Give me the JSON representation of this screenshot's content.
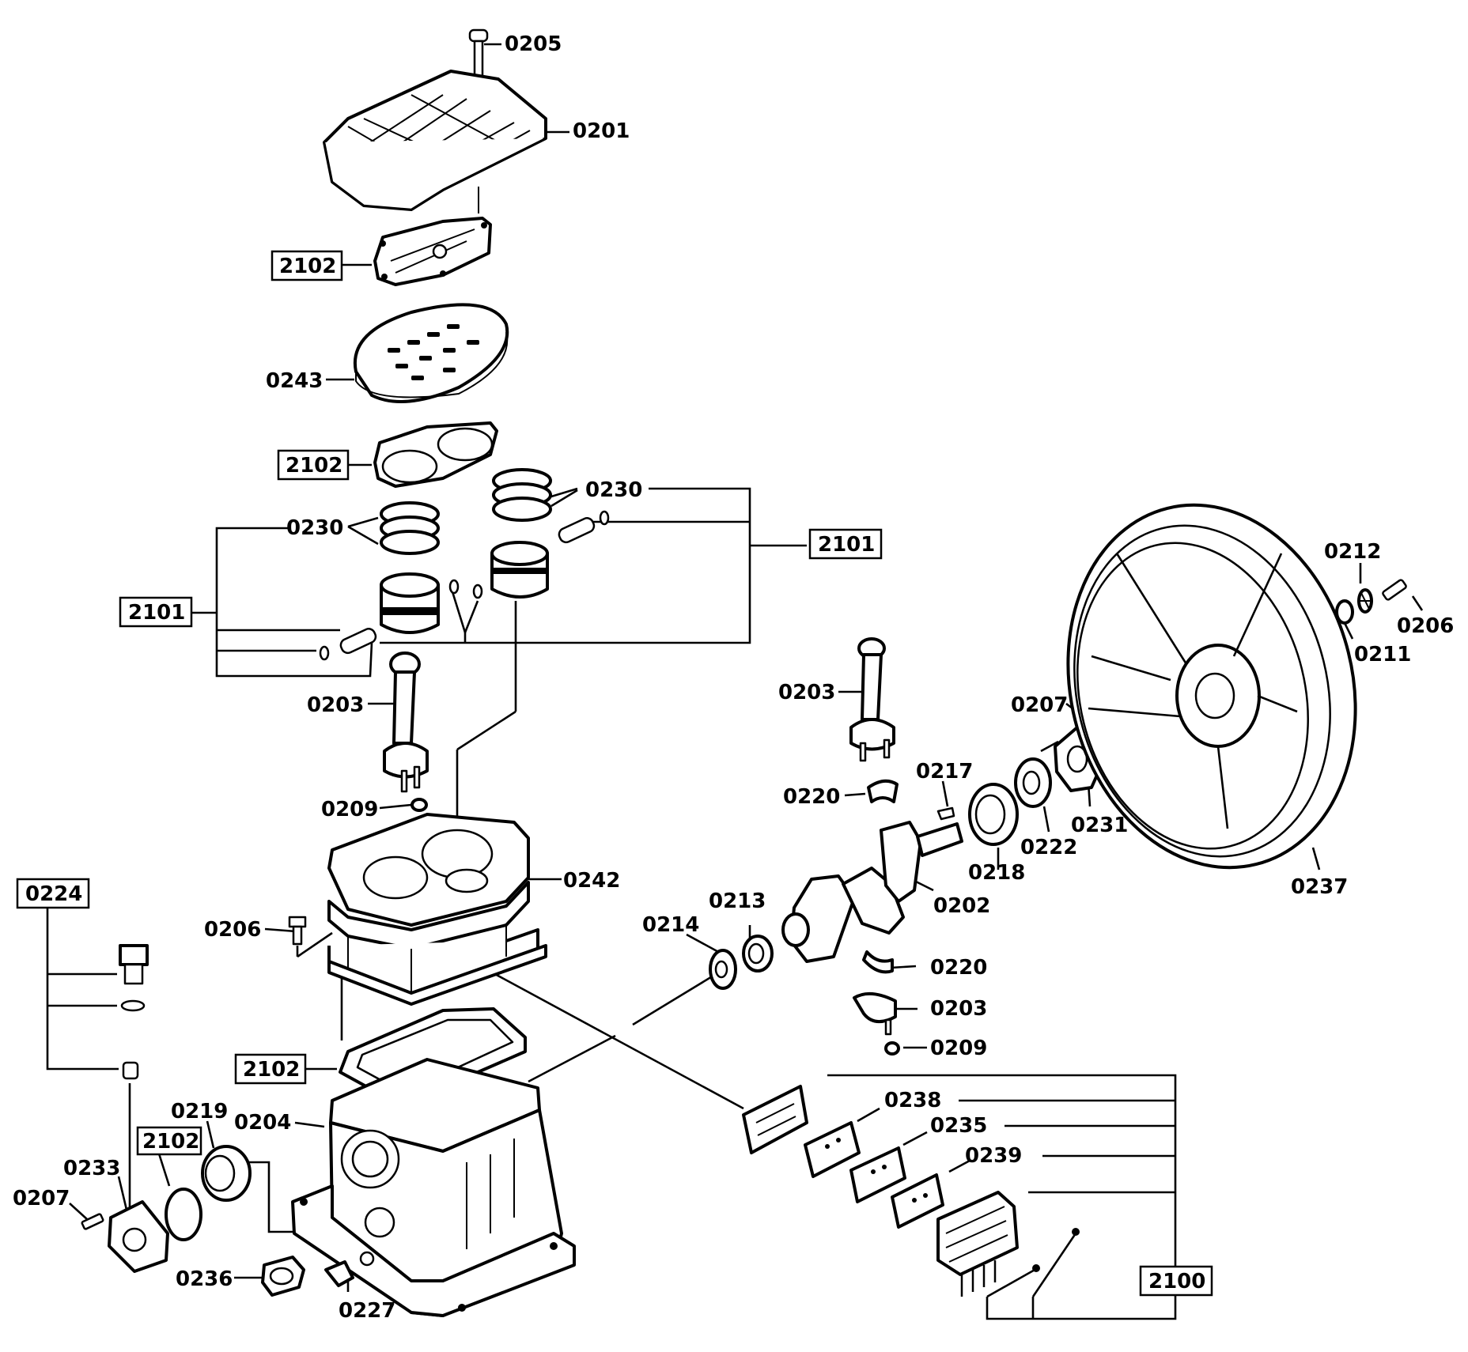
{
  "labels": {
    "l0205": "0205",
    "l0201": "0201",
    "l2102a": "2102",
    "l0243": "0243",
    "l2102b": "2102",
    "l0230a": "0230",
    "l0230b": "0230",
    "l2101a": "2101",
    "l2101b": "2101",
    "l0203a": "0203",
    "l0209a": "0209",
    "l0242": "0242",
    "l0224": "0224",
    "l0206a": "0206",
    "l2102c": "2102",
    "l0204": "0204",
    "l0219": "0219",
    "l2102d": "2102",
    "l0233": "0233",
    "l0207a": "0207",
    "l0236": "0236",
    "l0227": "0227",
    "l0214": "0214",
    "l0213": "0213",
    "l0203b": "0203",
    "l0220a": "0220",
    "l0217": "0217",
    "l0202": "0202",
    "l0220b": "0220",
    "l0203c": "0203",
    "l0209b": "0209",
    "l0218": "0218",
    "l0222": "0222",
    "l0207b": "0207",
    "l0231": "0231",
    "l0212": "0212",
    "l0206b": "0206",
    "l0211": "0211",
    "l0237": "0237",
    "l0238": "0238",
    "l0235": "0235",
    "l0239": "0239",
    "l2100": "2100"
  }
}
